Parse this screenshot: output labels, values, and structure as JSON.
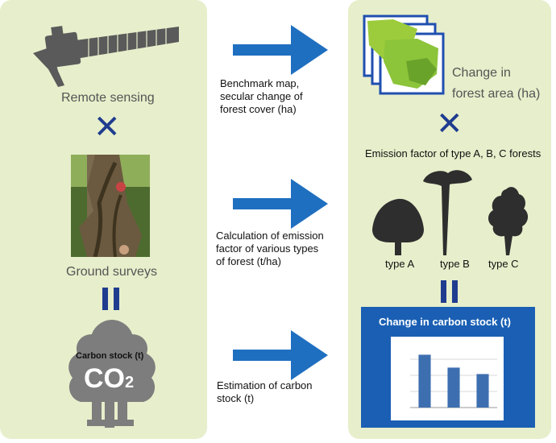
{
  "left": {
    "remote_sensing": "Remote sensing",
    "ground_surveys": "Ground surveys",
    "co2_caption": "Carbon stock (t)",
    "co2_text": "CO",
    "co2_sub": "2"
  },
  "middle": {
    "step1": [
      "Benchmark map,",
      "secular change of",
      "forest cover (ha)"
    ],
    "step2": [
      "Calculation of emission",
      "factor of various types",
      "of forest (t/ha)"
    ],
    "step3": [
      "Estimation of carbon",
      "stock (t)"
    ]
  },
  "right": {
    "forest_change": [
      "Change in",
      "forest area (ha)"
    ],
    "emission_factor": "Emission factor of type A, B, C forests",
    "types": [
      "type A",
      "type B",
      "type C"
    ],
    "carbon_title": "Change in carbon stock (t)"
  },
  "chart_data": {
    "type": "bar",
    "categories": [
      "",
      "",
      ""
    ],
    "values": [
      0.82,
      0.62,
      0.52
    ],
    "title": "",
    "xlabel": "",
    "ylabel": "",
    "ylim": [
      0,
      1
    ]
  },
  "colors": {
    "panel": "#e7eecb",
    "arrow": "#1f6fc0",
    "symbol": "#1f3c8f",
    "carbon_panel": "#1a5fb4",
    "bar": "#3d6fb0"
  }
}
